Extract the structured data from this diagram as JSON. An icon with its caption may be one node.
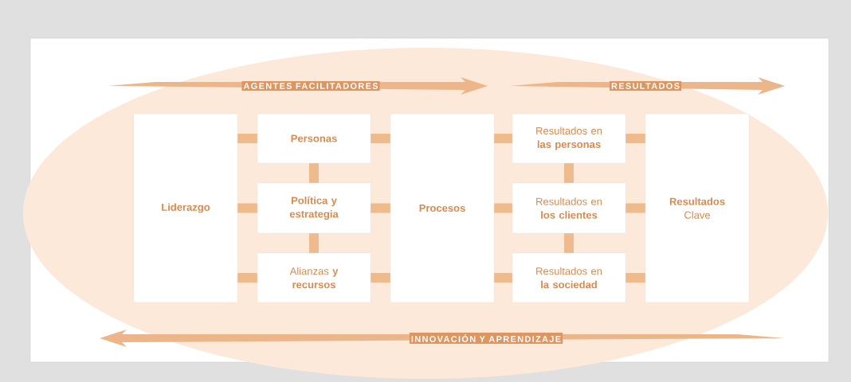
{
  "diagram": {
    "nodes": [
      {
        "text": [
          "Liderazgo"
        ]
      },
      {
        "text": [
          "Personas"
        ]
      },
      {
        "text": [
          "Política y estrategia"
        ]
      },
      {
        "text": [
          "Alianzas **y recursos**"
        ]
      },
      {
        "text": [
          "Procesos"
        ]
      },
      {
        "text": [
          "Resultados en **las personas**"
        ]
      },
      {
        "text": [
          "Resultados en **los clientes**"
        ]
      },
      {
        "text": [
          "Resultados en **la sociedad**"
        ]
      },
      {
        "text": [
          "**Resultados** Clave"
        ]
      }
    ],
    "edges": [
      {
        "from": 0,
        "to": 1,
        "arrow": "none"
      },
      {
        "from": 0,
        "to": 2,
        "arrow": "none"
      },
      {
        "from": 0,
        "to": 3,
        "arrow": "none"
      },
      {
        "from": 1,
        "to": 2,
        "arrow": "none"
      },
      {
        "from": 2,
        "to": 3,
        "arrow": "none"
      },
      {
        "from": 1,
        "to": 4,
        "arrow": "none"
      },
      {
        "from": 2,
        "to": 4,
        "arrow": "none"
      },
      {
        "from": 3,
        "to": 4,
        "arrow": "none"
      },
      {
        "from": 4,
        "to": 5,
        "arrow": "none"
      },
      {
        "from": 4,
        "to": 6,
        "arrow": "none"
      },
      {
        "from": 4,
        "to": 7,
        "arrow": "none"
      },
      {
        "from": 5,
        "to": 6,
        "arrow": "none"
      },
      {
        "from": 6,
        "to": 7,
        "arrow": "none"
      },
      {
        "from": 5,
        "to": 8,
        "arrow": "none"
      },
      {
        "from": 6,
        "to": 8,
        "arrow": "none"
      },
      {
        "from": 7,
        "to": 8,
        "arrow": "none"
      }
    ],
    "labels": [
      "AGENTES FACILITADORES",
      "RESULTADOS",
      "INNOVACIÓN Y APRENDIZAJE"
    ]
  }
}
